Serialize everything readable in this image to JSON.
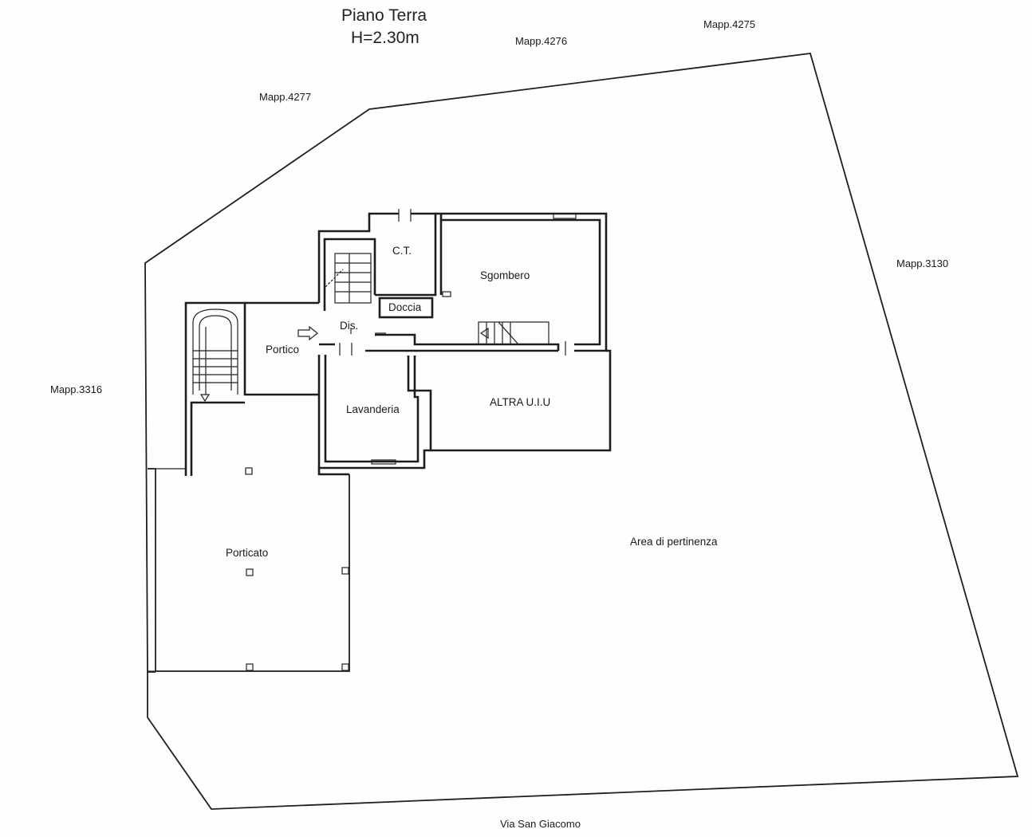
{
  "title": {
    "line1": "Piano Terra",
    "line2": "H=2.30m"
  },
  "neighbors": {
    "mapp_4275": "Mapp.4275",
    "mapp_4276": "Mapp.4276",
    "mapp_4277": "Mapp.4277",
    "mapp_3130": "Mapp.3130",
    "mapp_3316": "Mapp.3316"
  },
  "street": "Via San Giacomo",
  "rooms": {
    "ct": "C.T.",
    "sgombero": "Sgombero",
    "doccia": "Doccia",
    "dis": "Dis.",
    "portico": "Portico",
    "lavanderia": "Lavanderia",
    "altra_uiu": "ALTRA U.I.U",
    "porticato": "Porticato",
    "area_pertinenza": "Area di pertinenza"
  }
}
